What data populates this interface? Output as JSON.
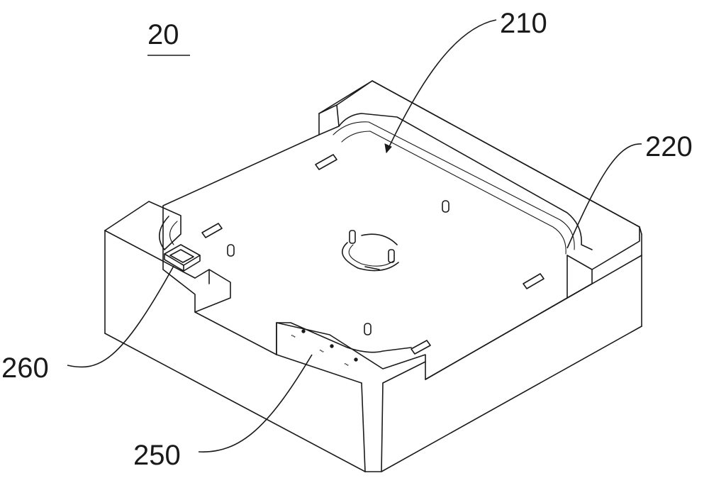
{
  "figure": {
    "assembly_number": "20",
    "callouts": [
      {
        "id": "top-surface",
        "text": "210"
      },
      {
        "id": "slot",
        "text": "220"
      },
      {
        "id": "button-panel",
        "text": "250"
      },
      {
        "id": "sensor",
        "text": "260"
      }
    ]
  }
}
